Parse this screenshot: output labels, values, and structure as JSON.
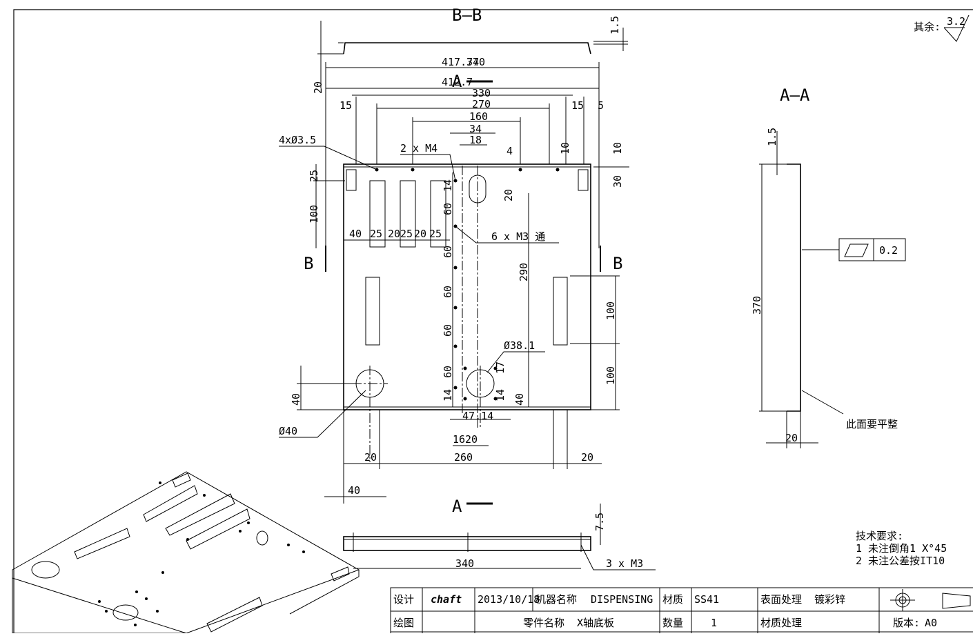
{
  "sheet": {
    "surface_finish_label": "其余:",
    "surface_finish_value": "3.2",
    "cross_section_labels": {
      "section_bb": "B—B",
      "section_aa": "A—A",
      "mark_a": "A",
      "mark_b": "B"
    },
    "flatness_note": "此面要平整",
    "flatness_tolerance": "0.2",
    "tech_requirements": {
      "title": "技术要求:",
      "line1": "1 未注倒角1 X°45",
      "line2": "2 未注公差按IT10"
    }
  },
  "dimensions": {
    "top_view": [
      "417.74",
      "370",
      "412.7",
      "330",
      "270",
      "160",
      "34",
      "18",
      "4",
      "15",
      "15",
      "5",
      "1.5",
      "20",
      "10",
      "10",
      "25",
      "100",
      "30",
      "40",
      "25",
      "20",
      "25",
      "20",
      "25",
      "14",
      "20",
      "60",
      "60",
      "60",
      "60",
      "60",
      "14",
      "290",
      "100",
      "100",
      "40",
      "40",
      "17",
      "14",
      "47.14",
      "16",
      "20",
      "260",
      "20",
      "20",
      "40"
    ],
    "callouts": {
      "holes_small": "4xØ3.5",
      "holes_m": "2 x M4",
      "holes_m3": "6 x M3 通",
      "dia_38": "Ø38.1",
      "dia_40": "Ø40",
      "bottom_m3": "3 x  M3"
    },
    "side_view": {
      "length": "340",
      "height": "7.5"
    },
    "section_aa": {
      "thickness": "1.5",
      "length": "370",
      "width": "20"
    }
  },
  "title_block": {
    "designer_label": "设计",
    "designer_sign": "chaft",
    "date": "2013/10/18",
    "machine_name_label": "机器名称",
    "machine_name": "DISPENSING",
    "material_label": "材质",
    "material": "SS41",
    "surface_label": "表面处理",
    "surface": "镀彩锌",
    "drawer_label": "绘图",
    "part_name_label": "零件名称",
    "part_name": "X轴底板",
    "quantity_label": "数量",
    "quantity": "1",
    "material_treatment_label": "材质处理",
    "version_label": "版本:",
    "version": "A0"
  }
}
